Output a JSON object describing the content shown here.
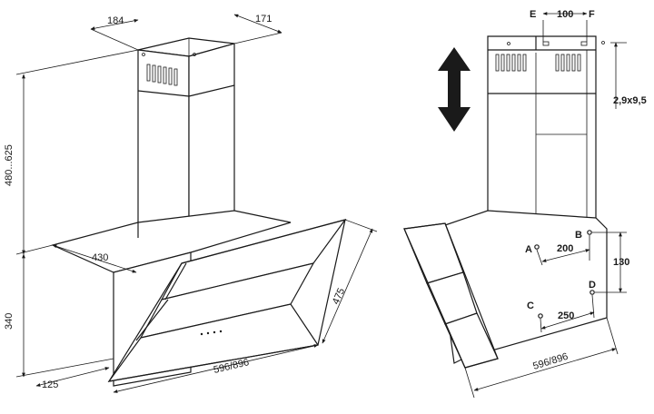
{
  "left_view": {
    "dims": {
      "chimney_depth": "184",
      "chimney_width": "171",
      "chimney_height": "480...625",
      "hood_height": "340",
      "hood_depth": "430",
      "wall_offset": "125",
      "width": "596/896",
      "glass_length": "475"
    }
  },
  "right_view": {
    "points": {
      "a": "A",
      "b": "B",
      "c": "C",
      "d": "D",
      "e": "E",
      "f": "F"
    },
    "dims": {
      "ef": "100",
      "ab": "200",
      "bd": "130",
      "cd": "250",
      "width": "596/896",
      "screw": "2,9x9,5"
    }
  }
}
